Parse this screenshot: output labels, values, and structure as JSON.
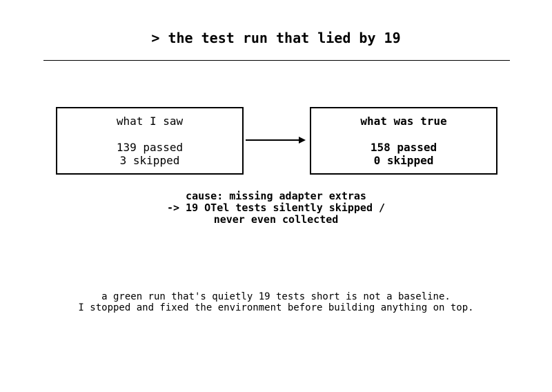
{
  "title": "> the test run that lied by 19",
  "left_box": {
    "heading": "what I saw",
    "passed": "139 passed",
    "skipped": "3 skipped"
  },
  "right_box": {
    "heading": "what was true",
    "passed": "158 passed",
    "skipped": "0 skipped"
  },
  "cause": {
    "line1": "cause: missing adapter extras",
    "line2": "-> 19 OTel tests silently skipped /",
    "line3": "never even collected"
  },
  "footer": {
    "line1": "a green run that's quietly 19 tests short is not a baseline.",
    "line2": "I stopped and fixed the environment before building anything on top."
  }
}
